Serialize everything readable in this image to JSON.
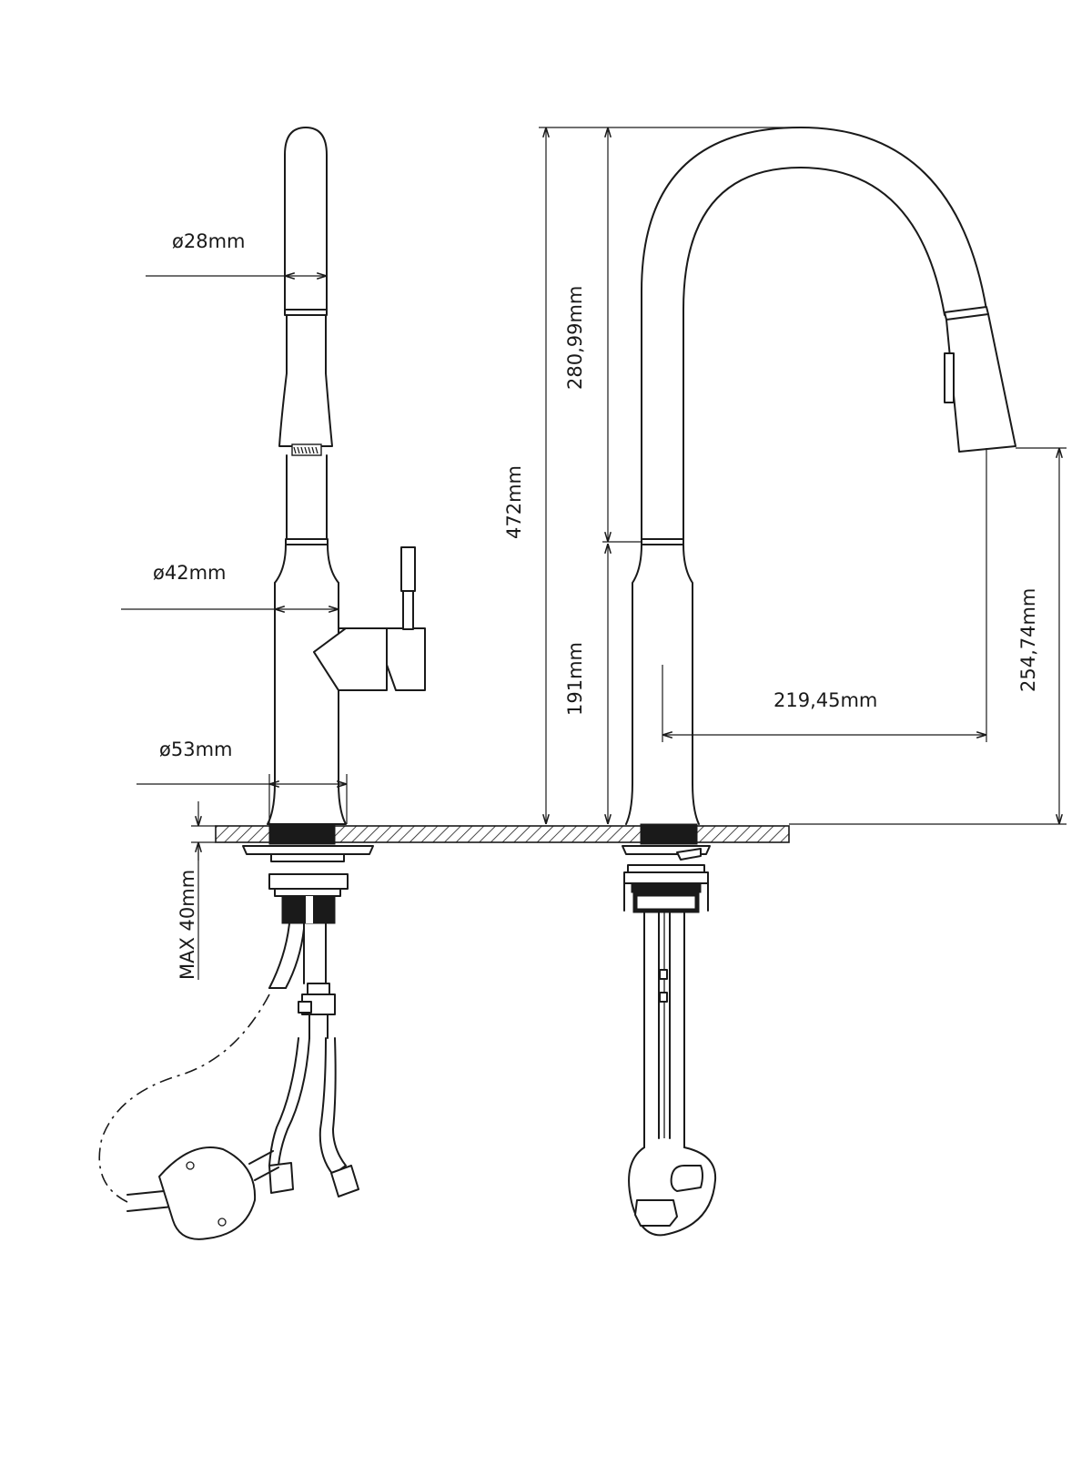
{
  "dimensions": {
    "spray_diameter": "ø28mm",
    "body_diameter": "ø42mm",
    "base_diameter": "ø53mm",
    "max_deck_thickness": "MAX  40mm",
    "total_height": "472mm",
    "upper_height": "280,99mm",
    "body_height": "191mm",
    "reach": "219,45mm",
    "outlet_height": "254,74mm"
  },
  "colors": {
    "line": "#1a1a1a",
    "background": "#ffffff"
  }
}
